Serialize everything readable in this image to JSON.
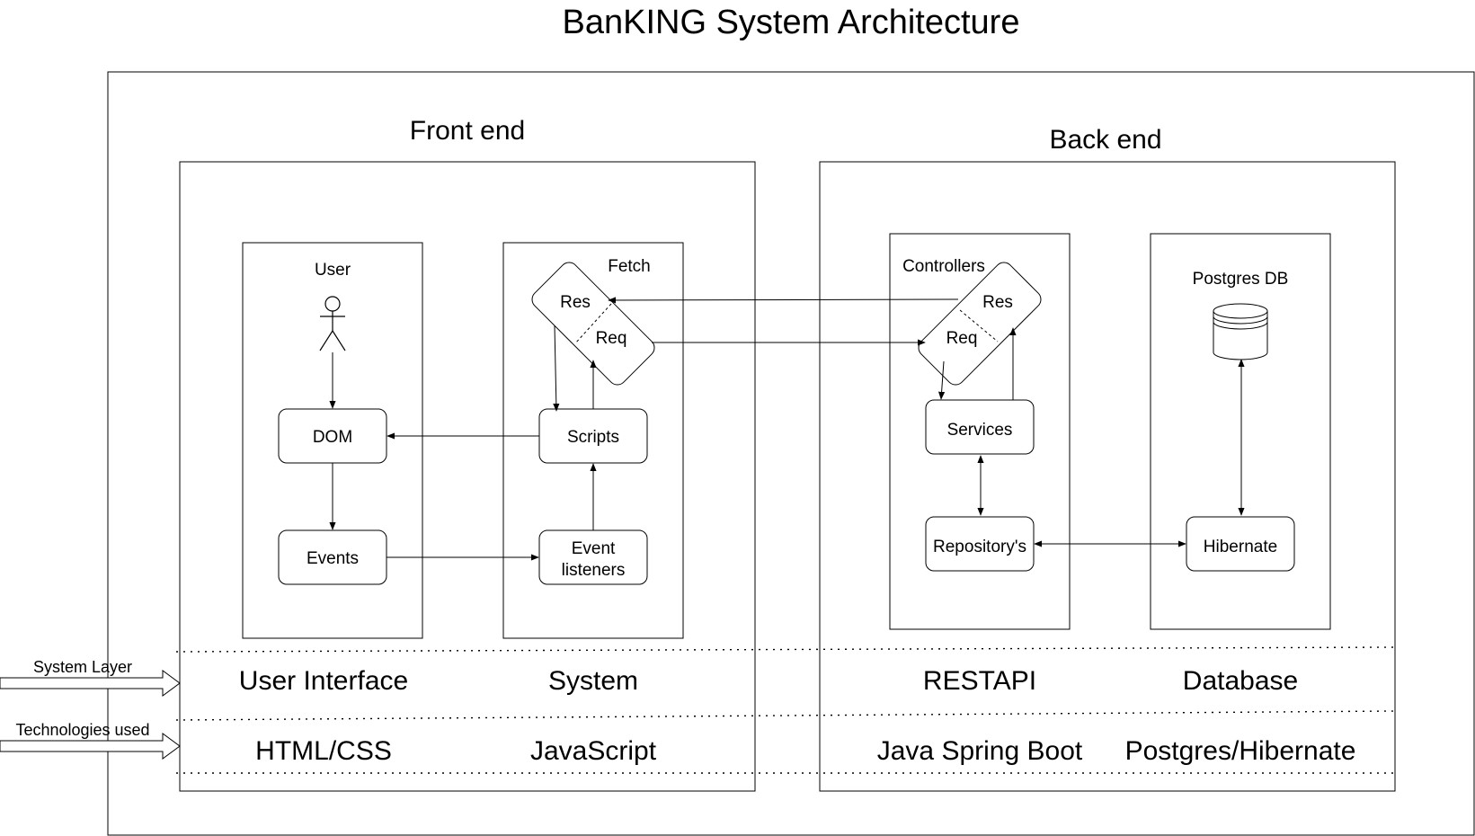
{
  "title": "BanKING System Architecture",
  "frontend": {
    "label": "Front end",
    "user_panel": {
      "label": "User",
      "nodes": {
        "dom": "DOM",
        "events": "Events"
      }
    },
    "fetch_panel": {
      "label": "Fetch",
      "res": "Res",
      "req": "Req",
      "nodes": {
        "scripts": "Scripts",
        "event_listeners_1": "Event",
        "event_listeners_2": "listeners"
      }
    }
  },
  "backend": {
    "label": "Back end",
    "controllers_panel": {
      "label": "Controllers",
      "res": "Res",
      "req": "Req",
      "nodes": {
        "services": "Services",
        "repositories": "Repository's"
      }
    },
    "db_panel": {
      "label": "Postgres DB",
      "nodes": {
        "hibernate": "Hibernate"
      }
    }
  },
  "side_labels": {
    "system_layer": "System Layer",
    "technologies_used": "Technologies used"
  },
  "layers": {
    "system": [
      "User Interface",
      "System",
      "RESTAPI",
      "Database"
    ],
    "technologies": [
      "HTML/CSS",
      "JavaScript",
      "Java Spring Boot",
      "Postgres/Hibernate"
    ]
  },
  "colors": {
    "stroke": "#000000",
    "background": "#ffffff"
  }
}
